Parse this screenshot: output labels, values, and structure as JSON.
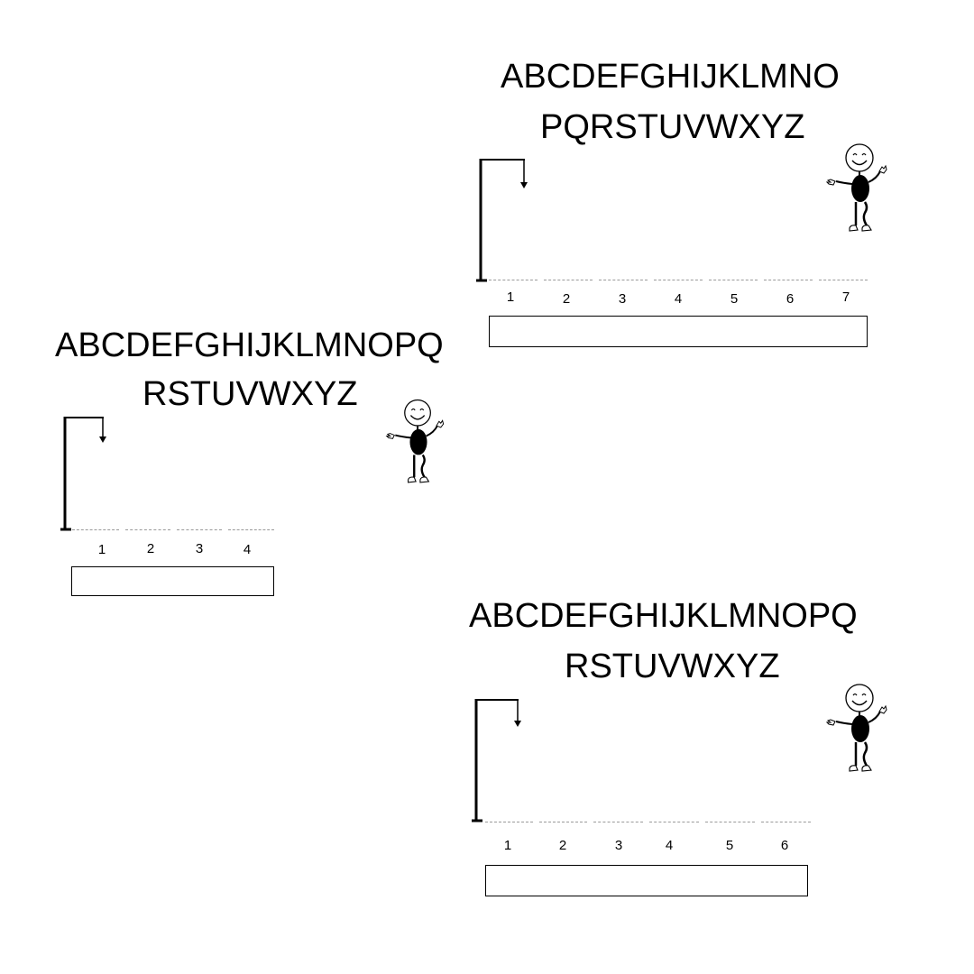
{
  "puzzles": [
    {
      "alphabet_lines": [
        "ABCDEFGHIJKLMNO",
        "PQRSTUVWXYZ"
      ],
      "slot_numbers": [
        "1",
        "2",
        "3",
        "4",
        "5",
        "6",
        "7"
      ],
      "answer": ""
    },
    {
      "alphabet_lines": [
        "ABCDEFGHIJKLMNOPQ",
        "RSTUVWXYZ"
      ],
      "slot_numbers": [
        "1",
        "2",
        "3",
        "4"
      ],
      "answer": ""
    },
    {
      "alphabet_lines": [
        "ABCDEFGHIJKLMNOPQ",
        "RSTUVWXYZ"
      ],
      "slot_numbers": [
        "1",
        "2",
        "3",
        "4",
        "5",
        "6"
      ],
      "answer": ""
    }
  ],
  "icons": {
    "gallows": "gallows-icon",
    "character": "smiling-stick-figure-icon"
  }
}
